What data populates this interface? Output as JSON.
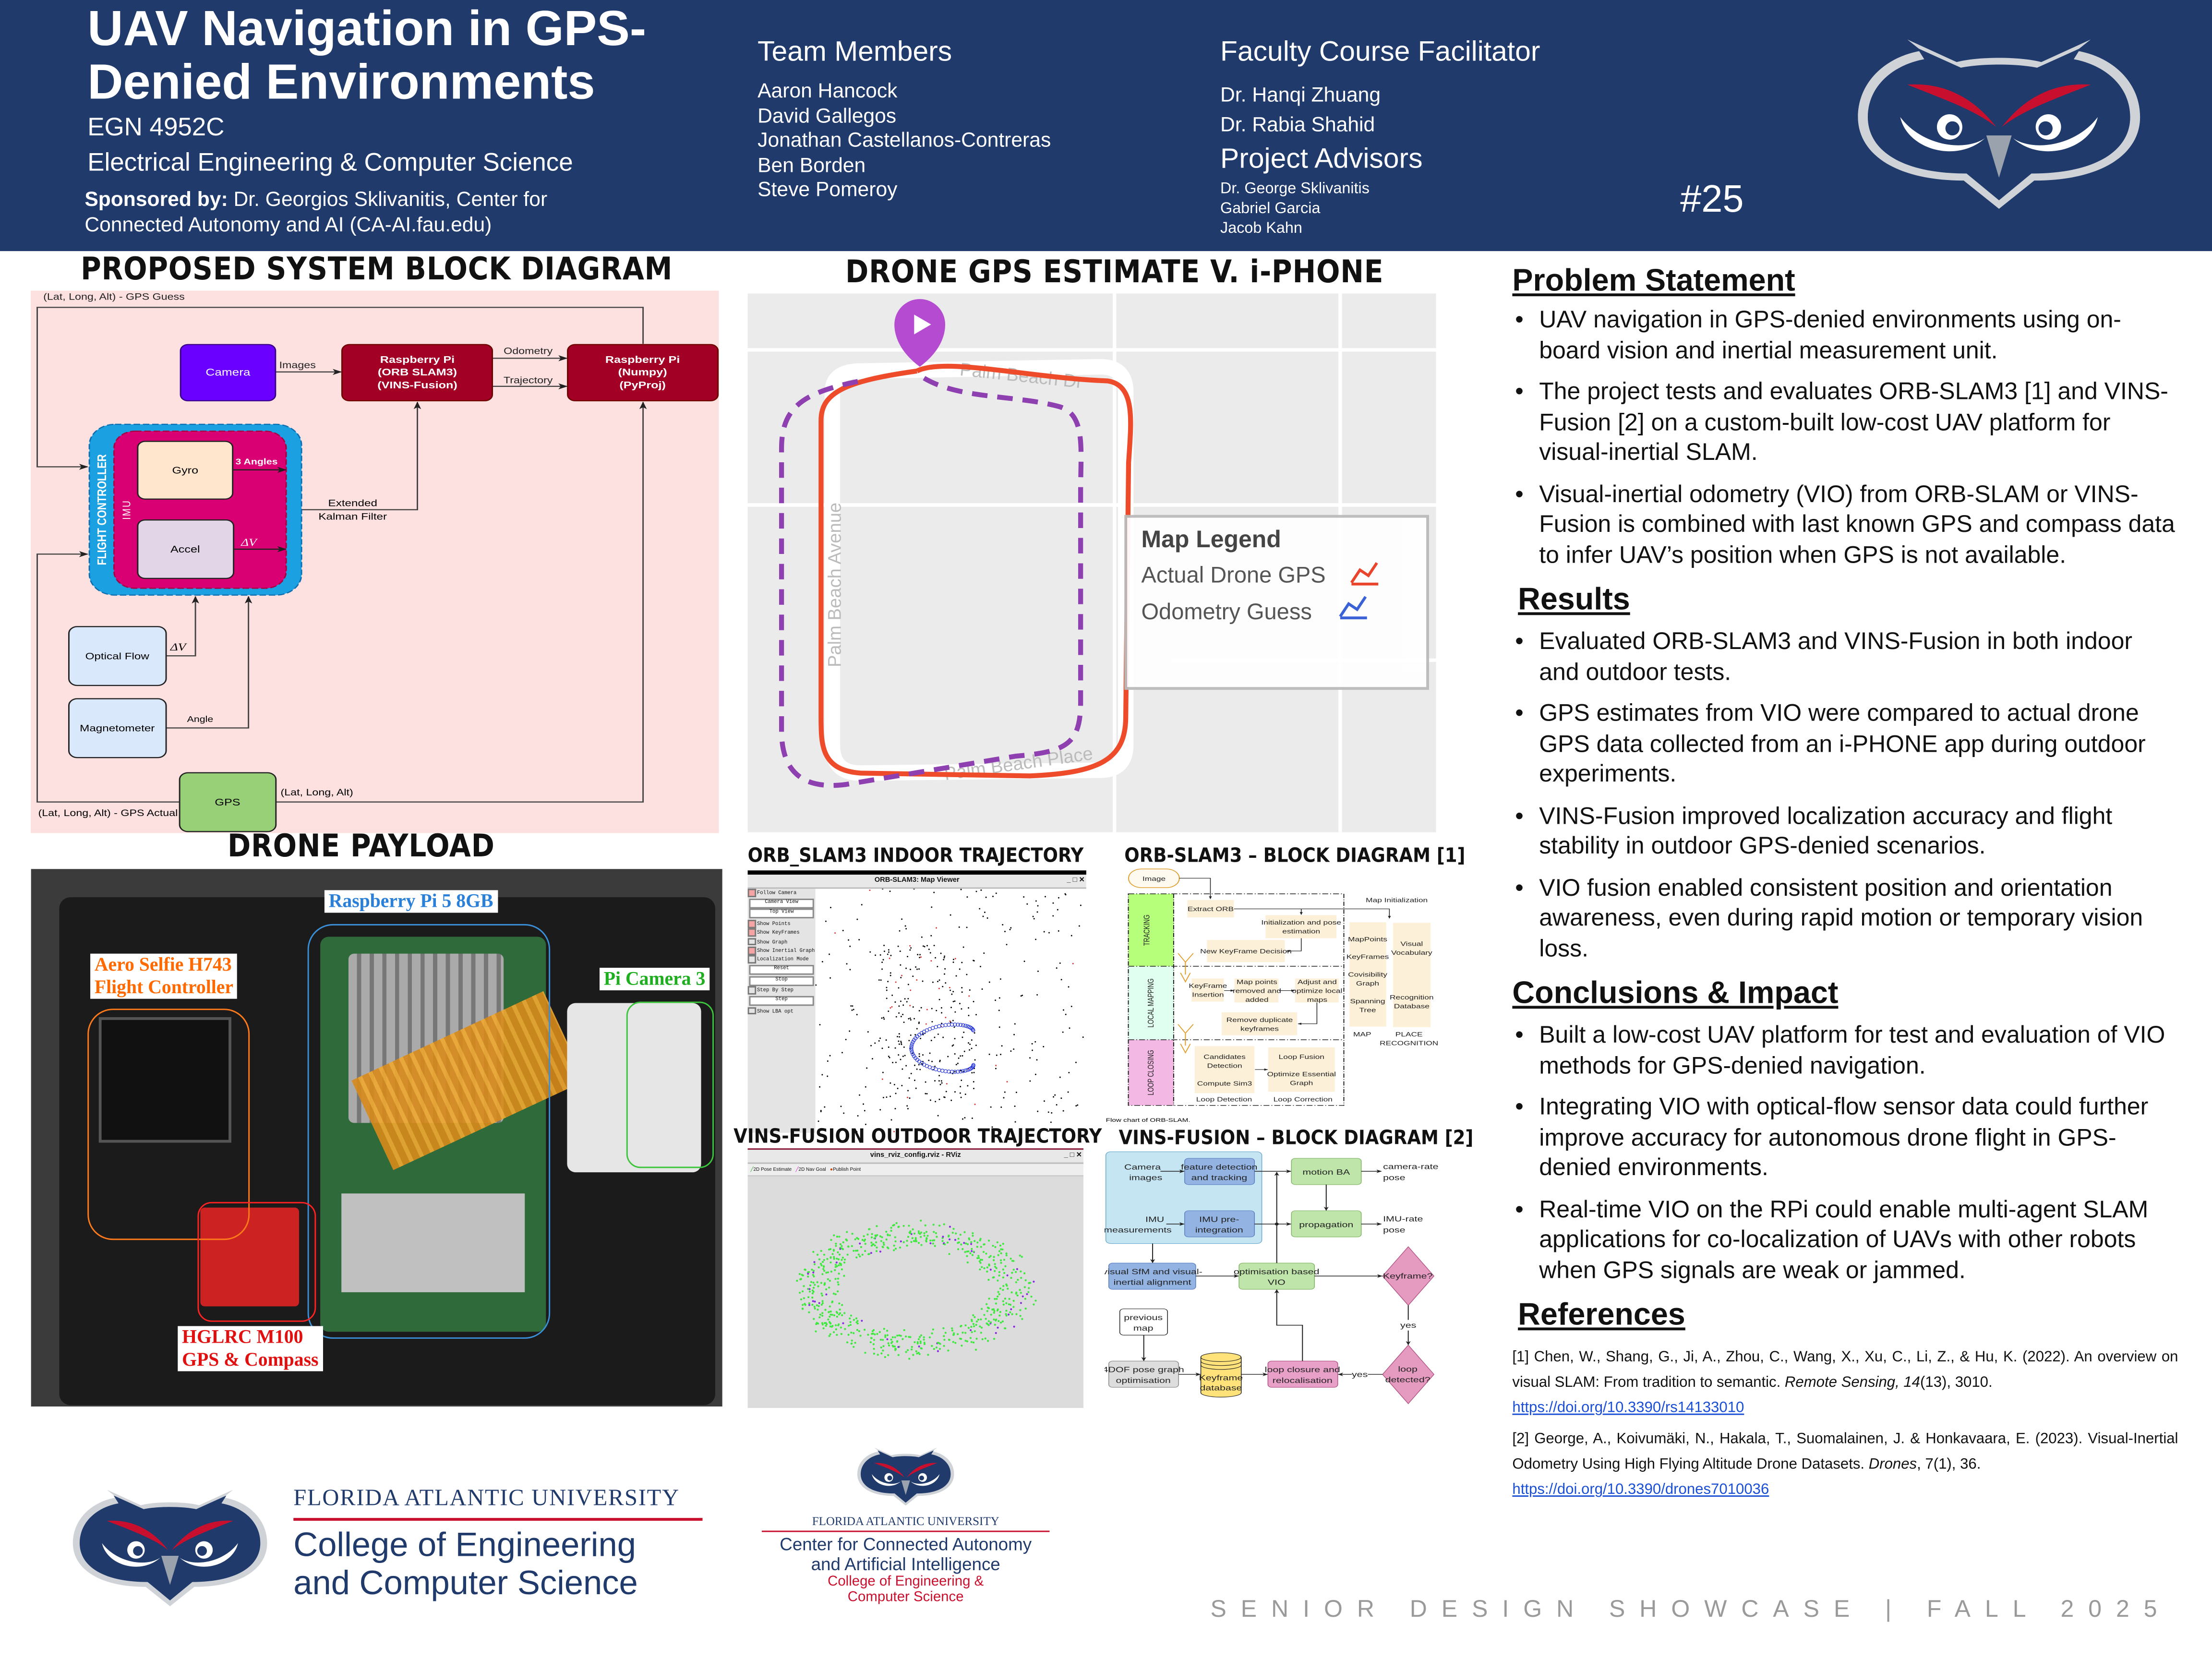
{
  "header": {
    "title": "UAV Navigation in GPS-Denied Environments",
    "course": "EGN 4952C",
    "department": "Electrical Engineering & Computer Science",
    "sponsor_label": "Sponsored by:",
    "sponsor_text": "Dr. Georgios Sklivanitis, Center for Connected Autonomy and AI (CA-AI.fau.edu)",
    "team_heading": "Team Members",
    "team": [
      "Aaron Hancock",
      "David Gallegos",
      "Jonathan Castellanos-Contreras",
      "Ben Borden",
      "Steve Pomeroy"
    ],
    "faculty_heading": "Faculty Course Facilitator",
    "faculty": [
      "Dr. Hanqi Zhuang",
      "Dr. Rabia Shahid"
    ],
    "advisors_heading": "Project Advisors",
    "advisors": [
      "Dr. George Sklivanitis",
      "Gabriel Garcia",
      "Jacob Kahn"
    ],
    "team_number": "#25"
  },
  "colors": {
    "navy": "#1f3a6b",
    "fau_red": "#c8102e"
  },
  "system_diagram": {
    "title": "PROPOSED SYSTEM BLOCK DIAGRAM",
    "gps_guess": "(Lat, Long, Alt) - GPS Guess",
    "gps_actual": "(Lat, Long, Alt) - GPS Actual",
    "camera": "Camera",
    "images": "Images",
    "rpi1": [
      "Raspberry Pi",
      "(ORB SLAM3)",
      "(VINS-Fusion)"
    ],
    "odometry": "Odometry",
    "trajectory": "Trajectory",
    "rpi2": [
      "Raspberry Pi",
      "(Numpy)",
      "(PyProj)"
    ],
    "flight_controller": "FLIGHT CONTROLLER",
    "imu": "IMU",
    "gyro": "Gyro",
    "accel": "Accel",
    "three_angles": "3 Angles",
    "delta_v": "ΔV",
    "ekf": [
      "Extended",
      "Kalman Filter"
    ],
    "optical_flow": "Optical Flow",
    "magnetometer": "Magnetometer",
    "angle": "Angle",
    "gps": "GPS",
    "lat_long_alt": "(Lat, Long, Alt)"
  },
  "payload": {
    "title": "DRONE PAYLOAD",
    "labels": {
      "rpi": "Raspberry Pi 5 8GB",
      "fc": [
        "Aero Selfie H743",
        "Flight Controller"
      ],
      "camera": "Pi Camera 3",
      "gps": [
        "HGLRC M100",
        "GPS & Compass"
      ]
    }
  },
  "map": {
    "title": "DRONE GPS ESTIMATE V. i-PHONE GPS",
    "roads": [
      "Palm Beach Dr",
      "Palm Beach Avenue",
      "Palm Beach Place"
    ],
    "legend_title": "Map Legend",
    "legend": [
      {
        "label": "Actual Drone GPS",
        "color": "#e8452c"
      },
      {
        "label": "Odometry Guess",
        "color": "#3a62d6"
      }
    ],
    "actual_color": "#ee4b2b",
    "odometry_color": "#8e3fb0"
  },
  "orb_viewer": {
    "title": "ORB_SLAM3 INDOOR TRAJECTORY",
    "window_title": "ORB-SLAM3: Map Viewer",
    "menu": [
      {
        "type": "check",
        "on": true,
        "label": "Follow Camera"
      },
      {
        "type": "button",
        "label": "Camera View"
      },
      {
        "type": "button",
        "label": "Top View"
      },
      {
        "type": "check",
        "on": true,
        "label": "Show Points"
      },
      {
        "type": "check",
        "on": true,
        "label": "Show KeyFrames"
      },
      {
        "type": "check",
        "on": false,
        "label": "Show Graph"
      },
      {
        "type": "check",
        "on": true,
        "label": "Show Inertial Graph"
      },
      {
        "type": "check",
        "on": false,
        "label": "Localization Mode"
      },
      {
        "type": "button",
        "label": "Reset"
      },
      {
        "type": "button",
        "label": "Stop"
      },
      {
        "type": "check",
        "on": false,
        "label": "Step By Step"
      },
      {
        "type": "button",
        "label": "Step"
      },
      {
        "type": "check",
        "on": false,
        "label": "Show LBA opt"
      }
    ]
  },
  "orb_diagram": {
    "title": "ORB-SLAM3 – BLOCK DIAGRAM [1]",
    "image": "Image",
    "tracking": "TRACKING",
    "local_mapping": "LOCAL MAPPING",
    "loop_closing": "LOOP CLOSING",
    "extract_orb": "Extract ORB",
    "init_pose": [
      "Initialization and pose",
      "estimation"
    ],
    "new_kf": "New KeyFrame Decision",
    "kf_insertion": [
      "KeyFrame",
      "Insertion"
    ],
    "map_points": [
      "Map points",
      "removed and",
      "added"
    ],
    "adjust": [
      "Adjust and",
      "optimize local",
      "maps"
    ],
    "remove_dup": [
      "Remove duplicate",
      "keyframes"
    ],
    "candidates": [
      "Candidates",
      "Detection",
      "Compute Sim3"
    ],
    "loop_fusion": [
      "Loop Fusion",
      "Optimize Essential",
      "Graph"
    ],
    "loop_detection": "Loop Detection",
    "loop_correction": "Loop Correction",
    "map_init": "Map Initialization",
    "map_items": [
      "MapPoints",
      "KeyFrames",
      "Covisibility",
      "Graph",
      "Spanning",
      "Tree"
    ],
    "place_items": [
      "Visual",
      "Vocabulary",
      "Recognition",
      "Database"
    ],
    "map_label": "MAP",
    "place_label": [
      "PLACE",
      "RECOGNITION"
    ],
    "caption": "Flow chart of ORB-SLAM."
  },
  "vins_viewer": {
    "title": "VINS-FUSION OUTDOOR TRAJECTORY",
    "window_title": "vins_rviz_config.rviz - RViz",
    "tools": [
      "2D Pose Estimate",
      "2D Nav Goal",
      "Publish Point"
    ]
  },
  "vins_diagram": {
    "title": "VINS-FUSION – BLOCK DIAGRAM [2]",
    "camera_images": [
      "Camera",
      "images"
    ],
    "imu_meas": [
      "IMU",
      "measurements"
    ],
    "feature": [
      "feature detection",
      "and tracking"
    ],
    "imu_pre": [
      "IMU pre-",
      "integration"
    ],
    "motion_ba": "motion BA",
    "propagation": "propagation",
    "camera_rate": [
      "camera-rate",
      "pose"
    ],
    "imu_rate": [
      "IMU-rate",
      "pose"
    ],
    "sfm": [
      "visual SfM and visual-",
      "inertial alignment"
    ],
    "vio": [
      "optimisation based",
      "VIO"
    ],
    "keyframe_q": "Keyframe?",
    "loop_q": [
      "loop",
      "detected?"
    ],
    "yes": "yes",
    "previous_map": [
      "previous",
      "map"
    ],
    "pose_graph": [
      "4DOF pose graph",
      "optimisation"
    ],
    "kf_db": [
      "Keyframe",
      "database"
    ],
    "loop_closure": [
      "loop closure and",
      "relocalisation"
    ]
  },
  "right": {
    "problem_heading": "Problem Statement",
    "problem": [
      "UAV navigation in GPS-denied environments using on-board vision and inertial measurement unit.",
      "The project tests and evaluates ORB-SLAM3 [1] and VINS-Fusion [2] on a custom-built low-cost UAV platform for visual-inertial SLAM.",
      "Visual-inertial odometry (VIO) from ORB-SLAM or VINS-Fusion is combined with last known GPS and compass data to infer UAV’s position when GPS is not available."
    ],
    "results_heading": "Results",
    "results": [
      "Evaluated ORB-SLAM3 and VINS-Fusion in both indoor and outdoor tests.",
      "GPS estimates from VIO were compared to actual drone GPS data collected from an i-PHONE app during outdoor experiments.",
      "VINS-Fusion improved localization accuracy and flight stability in outdoor GPS-denied scenarios.",
      "VIO fusion enabled consistent position and orientation awareness, even during rapid motion or temporary vision loss."
    ],
    "conclusions_heading": "Conclusions & Impact",
    "conclusions": [
      "Built a low-cost UAV platform for test and evaluation of VIO methods for GPS-denied navigation.",
      "Integrating VIO with optical-flow sensor data could further improve accuracy for autonomous drone flight in GPS-denied environments.",
      "Real-time VIO on the RPi could enable multi-agent SLAM applications for co-localization of UAVs with other robots when GPS signals are weak or jammed."
    ],
    "references_heading": "References",
    "references": [
      {
        "pre": "[1] Chen, W., Shang, G., Ji, A., Zhou, C., Wang, X., Xu, C., Li, Z., & Hu, K. (2022). An overview on visual SLAM: From tradition to semantic. ",
        "journal": "Remote Sensing, 14",
        "post": "(13), 3010.",
        "link": "https://doi.org/10.3390/rs14133010"
      },
      {
        "pre": "[2] George, A., Koivumäki, N., Hakala, T., Suomalainen, J. & Honkavaara, E. (2023). Visual-Inertial Odometry Using High Flying Altitude Drone Datasets. ",
        "journal": "Drones",
        "post": ", 7(1), 36.",
        "link": "https://doi.org/10.3390/drones7010036"
      }
    ]
  },
  "footer": {
    "fau": "FLORIDA ATLANTIC UNIVERSITY",
    "college": [
      "College of Engineering",
      "and Computer Science"
    ],
    "center": [
      "Center for Connected Autonomy",
      "and Artificial Intelligence"
    ],
    "center_college": [
      "College of Engineering &",
      "Computer Science"
    ],
    "showcase": "SENIOR DESIGN SHOWCASE | FALL 2025"
  }
}
